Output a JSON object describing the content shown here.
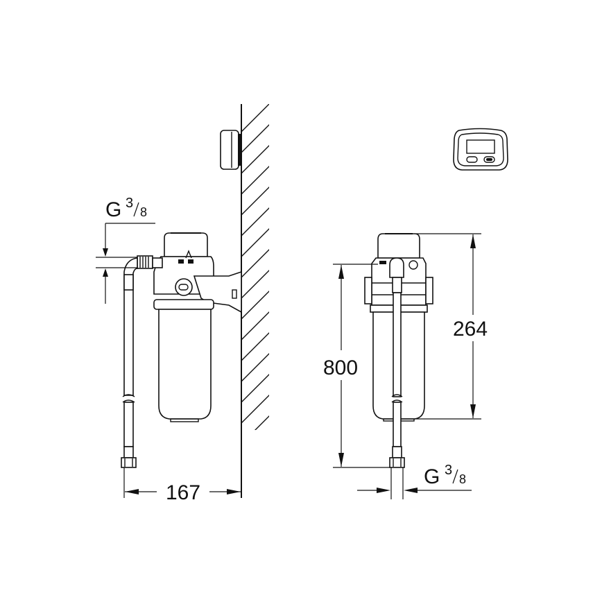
{
  "drawing": {
    "title": "Water filter installation dimensional drawing",
    "views": {
      "side": {
        "thread_label": {
          "prefix": "G",
          "num": "3",
          "den": "8"
        },
        "width_dimension": "167"
      },
      "front": {
        "height_dimension": "800",
        "filter_height_dimension": "264",
        "thread_label": {
          "prefix": "G",
          "num": "3",
          "den": "8"
        }
      }
    },
    "icons": {
      "wall_sensor": "wall-mounted-sensor-icon",
      "display_unit": "digital-display-icon"
    },
    "colors": {
      "line": "#111111",
      "background": "#ffffff"
    }
  }
}
